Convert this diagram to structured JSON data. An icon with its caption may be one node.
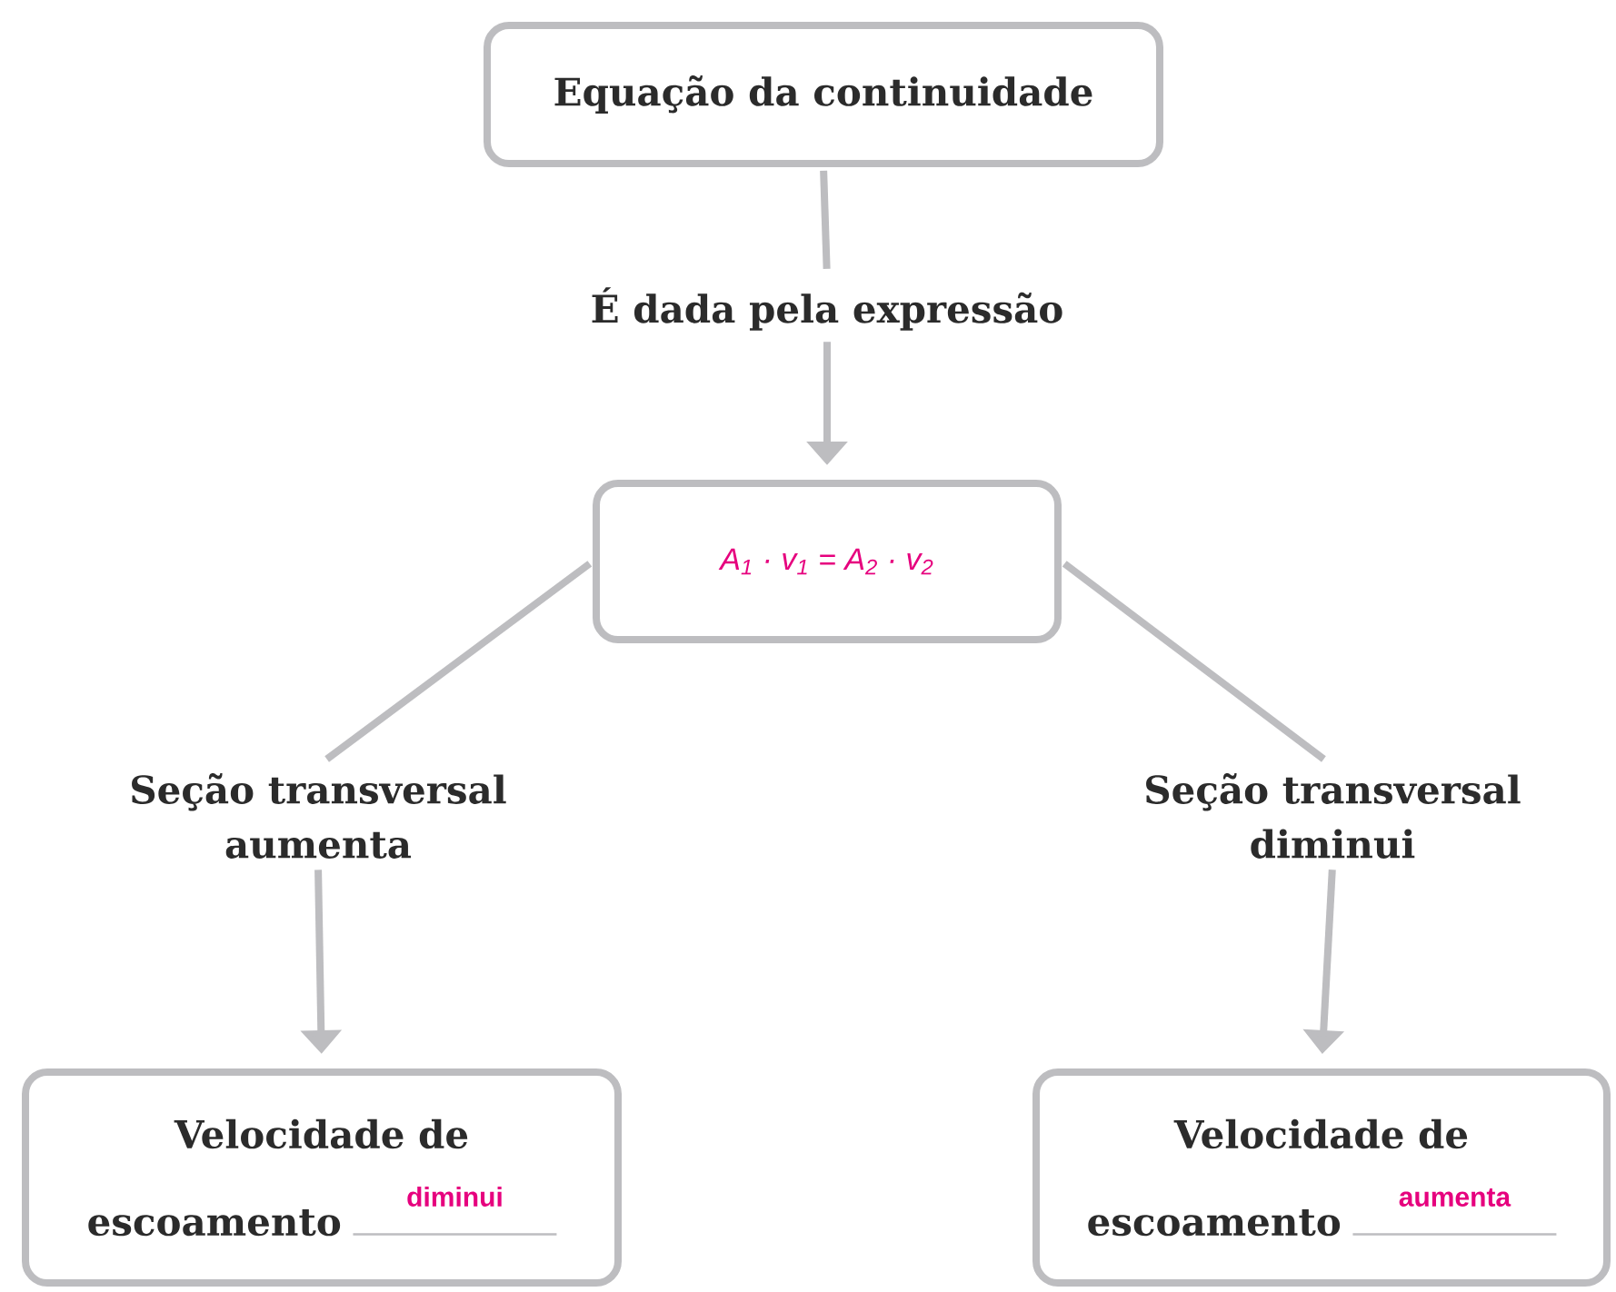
{
  "diagram": {
    "nodes": [
      {
        "text": [
          "Equação da continuidade"
        ]
      },
      {
        "text": [
          "É dada pela expressão"
        ]
      },
      {
        "text": [
          "A$_{1}$ · v$_{1}$ = A$_{2}$ · v$_{2}$"
        ]
      },
      {
        "text": [
          "Seção transversal aumenta"
        ]
      },
      {
        "text": [
          "Seção transversal diminui"
        ]
      },
      {
        "text": [
          "Velocidade de escoamento",
          "diminui"
        ]
      },
      {
        "text": [
          "Velocidade de escoamento",
          "aumenta"
        ]
      }
    ],
    "edges": [
      {
        "from": 0,
        "to": 1,
        "arrow": "none"
      },
      {
        "from": 1,
        "to": 2,
        "arrow": "to"
      },
      {
        "from": 2,
        "to": 3,
        "arrow": "none"
      },
      {
        "from": 2,
        "to": 4,
        "arrow": "none"
      },
      {
        "from": 3,
        "to": 5,
        "arrow": "to"
      },
      {
        "from": 4,
        "to": 6,
        "arrow": "to"
      }
    ]
  }
}
